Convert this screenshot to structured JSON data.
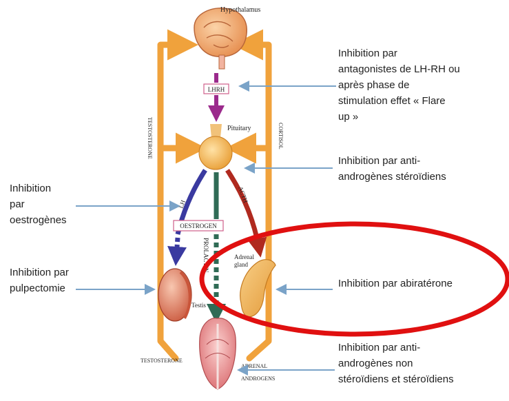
{
  "colors": {
    "feedback_arrow": "#f0a23c",
    "inhibition_arrow": "#7aa3c8",
    "lh_arrow": "#3a3aa0",
    "acth_arrow": "#b02a1f",
    "oestrogen_arrow": "#2f6b55",
    "gland": "#f3b46a",
    "highlight_ellipse": "#e01010"
  },
  "organs": {
    "hypothalamus": "Hypothalamus",
    "lhrh": "LHRH",
    "pituitary": "Pituitary",
    "testis": "Testis",
    "adrenal_gland_line1": "Adrenal",
    "adrenal_gland_line2": "gland",
    "oestrogen": "OESTROGEN",
    "testosterone": "TESTOSTERONE",
    "adrenal_androgens_line1": "ADRENAL",
    "adrenal_androgens_line2": "ANDROGENS"
  },
  "pathway_labels": {
    "testosterone_feedback": "TESTOSTERONE",
    "cortisol_feedback": "CORTISOL",
    "lh": "LH",
    "acth": "ACTH",
    "prolactin": "PROLACTIN"
  },
  "annotations": {
    "lhrh_inhibition": [
      "Inhibition par",
      "antagonistes de LH-RH ou",
      "après phase de",
      "stimulation  effet « Flare",
      "up »"
    ],
    "steroidal_antiandrogens": [
      "Inhibition par anti-",
      "androgènes stéroïdiens"
    ],
    "oestrogens": [
      "Inhibition",
      "par",
      "oestrogènes"
    ],
    "pulpectomy": [
      "Inhibition par",
      "pulpectomie"
    ],
    "abiraterone": "Inhibition par abiratérone",
    "nonsteroidal_antiandrogens": [
      "Inhibition par anti-",
      "androgènes non",
      "stéroïdiens et stéroïdiens"
    ]
  }
}
